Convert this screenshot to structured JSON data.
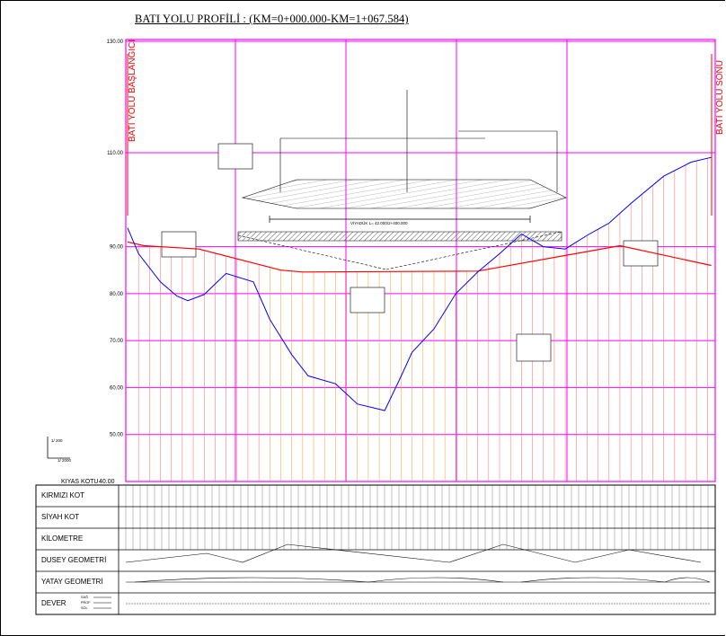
{
  "title": "BATI YOLU PROFİLİ : (KM=0+000.000-KM=1+067.584)",
  "colors": {
    "grid": "#ff00ff",
    "red_line": "#ff0000",
    "ground": "#0000ff",
    "bridge": "#000000",
    "orange": "#ff9933"
  },
  "annotations": {
    "start": "BATI YOLU BAŞLANGICI",
    "end": "BATI YOLU SONU",
    "bridge_label": "VİYADÜK L= 42.000/2+400.000",
    "vscale": "1/ 200",
    "hscale": "1/ 2000",
    "kiyas_label": "KIYAS KOTU",
    "kiyas_value": "40.00"
  },
  "y_axis": {
    "ticks": [
      "130.00",
      "110.00",
      "90.00",
      "80.00",
      "70.00",
      "60.00",
      "50.00"
    ]
  },
  "table": {
    "rows": [
      "KIRMIZI KOT",
      "SİYAH KOT",
      "KİLOMETRE",
      "DUSEY GEOMETRİ",
      "YATAY GEOMETRİ",
      "DEVER"
    ],
    "dever_legend": [
      "SAĞ",
      "PROF",
      "SOL"
    ]
  },
  "chart_data": {
    "type": "line",
    "ylim": [
      40,
      130
    ],
    "y_ticks": [
      130,
      110,
      90,
      80,
      70,
      60,
      50
    ],
    "series": [
      {
        "role": "kirmizi kot (design grade)",
        "x": [
          0,
          30,
          130,
          280,
          320,
          640,
          900,
          1067
        ],
        "y": [
          91,
          90.2,
          89.5,
          85.0,
          84.6,
          84.8,
          90.2,
          86
        ]
      },
      {
        "role": "siyah kot (natural ground)",
        "x": [
          0,
          20,
          60,
          90,
          110,
          140,
          180,
          230,
          260,
          300,
          330,
          380,
          420,
          470,
          500,
          520,
          560,
          600,
          640,
          680,
          720,
          760,
          800,
          840,
          880,
          920,
          980,
          1030,
          1067
        ],
        "y": [
          94,
          88.5,
          82.5,
          79.5,
          78.5,
          79.8,
          84.3,
          82.5,
          74.5,
          67,
          62.5,
          60.8,
          56.5,
          55.1,
          62.4,
          67.5,
          72.5,
          80.0,
          84.6,
          88.5,
          92.7,
          90.0,
          89.5,
          92.4,
          95.0,
          99.2,
          105.0,
          108.0,
          109.0
        ]
      }
    ]
  }
}
